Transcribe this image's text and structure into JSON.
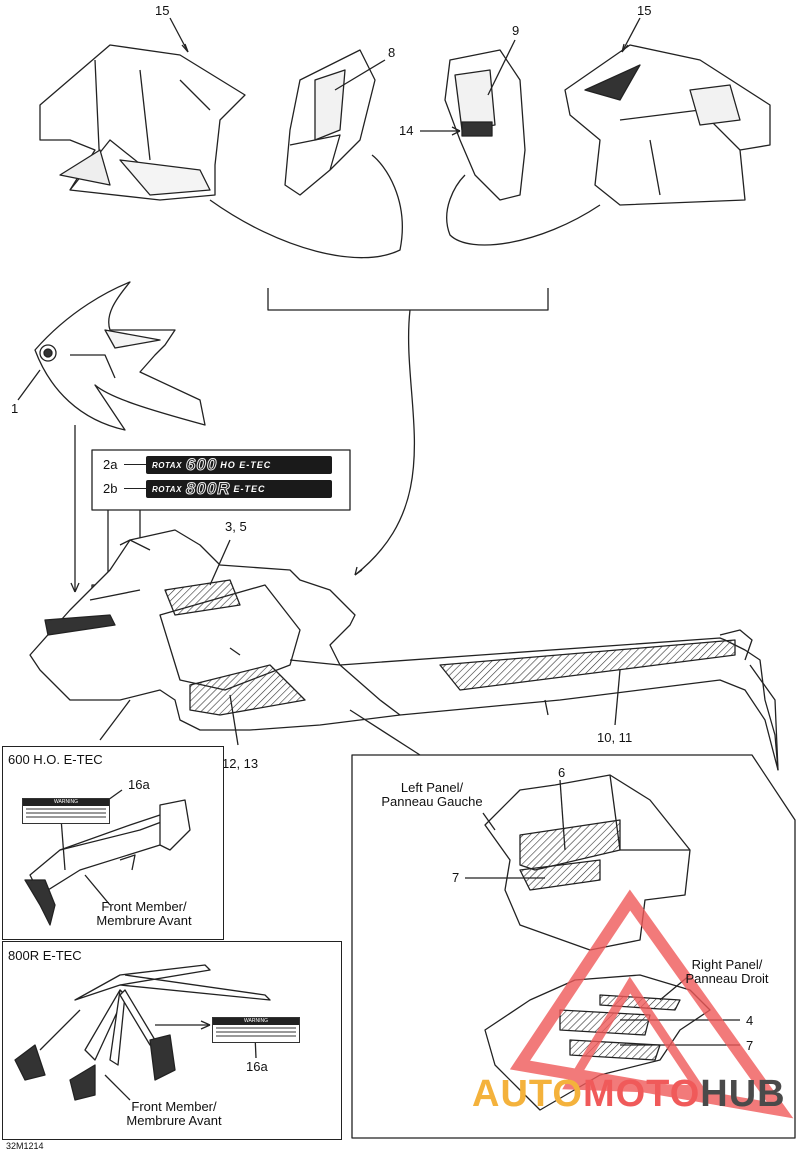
{
  "callouts": {
    "c1": "1",
    "c2a": "2a",
    "c2b": "2b",
    "c35": "3, 5",
    "c4": "4",
    "c6": "6",
    "c7a": "7",
    "c7b": "7",
    "c8": "8",
    "c9": "9",
    "c1011": "10, 11",
    "c1213": "12, 13",
    "c14": "14",
    "c15a": "15",
    "c15b": "15",
    "c16a_top": "16a",
    "c16a_bottom": "16a"
  },
  "decals": {
    "d600": {
      "brand": "ROTAX",
      "model": "600",
      "suffix": "HO E-TEC"
    },
    "d800": {
      "brand": "ROTAX",
      "model": "800R",
      "suffix": "E-TEC"
    }
  },
  "warning_label": "WARNING",
  "inset_600": {
    "title": "600 H.O. E-TEC",
    "front_member_line1": "Front Member/",
    "front_member_line2": "Membrure Avant"
  },
  "inset_800": {
    "title": "800R E-TEC",
    "front_member_line1": "Front Member/",
    "front_member_line2": "Membrure Avant"
  },
  "panels": {
    "left_line1": "Left Panel/",
    "left_line2": "Panneau Gauche",
    "right_line1": "Right Panel/",
    "right_line2": "Panneau Droit"
  },
  "watermark": {
    "part1": "AUTO",
    "part2": "MOTO",
    "part3": "HUB"
  },
  "figure_code": "32M1214",
  "colors": {
    "line": "#222222",
    "watermark_red": "#f05a5a",
    "watermark_orange": "#f4b23c",
    "watermark_gray": "#4a4a4a"
  }
}
